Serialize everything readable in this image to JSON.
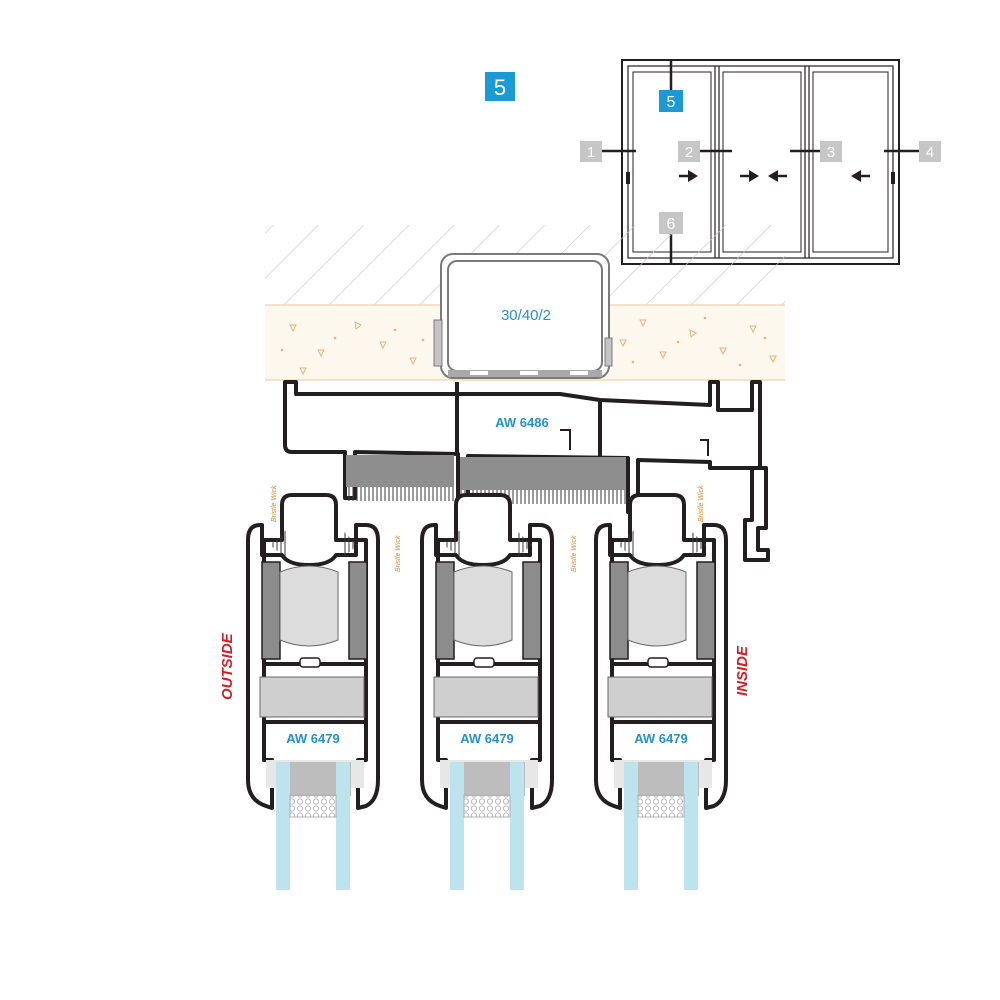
{
  "section_badge": "5",
  "section_color": "#1c9ad6",
  "steel_tube_label": "30/40/2",
  "track_label": "AW 6486",
  "sash_label": "AW 6479",
  "wick_label": "Bristle Wick",
  "outside_label": "OUTSIDE",
  "inside_label": "INSIDE",
  "accent_red": "#d21f26",
  "accent_blue": "#1f93cf",
  "key_plan": {
    "active_marker": "5",
    "markers": [
      "1",
      "2",
      "3",
      "4",
      "6"
    ],
    "arrow_icons": [
      "arrow-right",
      "arrow-right",
      "arrow-left",
      "arrow-left"
    ]
  }
}
